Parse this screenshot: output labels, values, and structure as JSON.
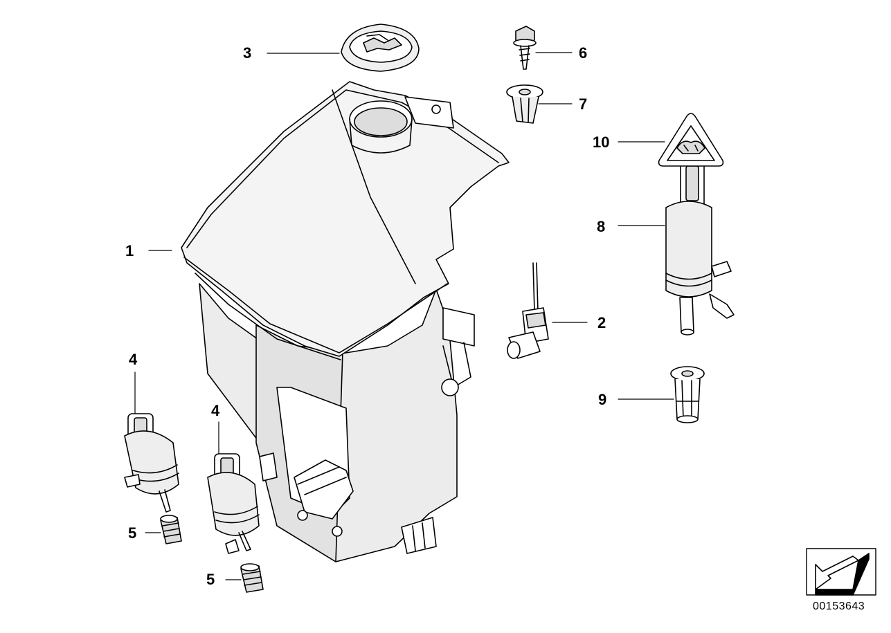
{
  "callouts": {
    "c1": "1",
    "c2": "2",
    "c3": "3",
    "c4a": "4",
    "c4b": "4",
    "c5a": "5",
    "c5b": "5",
    "c6": "6",
    "c7": "7",
    "c8": "8",
    "c9": "9",
    "c10": "10"
  },
  "diagram_id": "00153643",
  "colors": {
    "line": "#000000",
    "fill": "#ffffff",
    "shade": "#e6e6e6",
    "dark": "#9a9a9a"
  }
}
